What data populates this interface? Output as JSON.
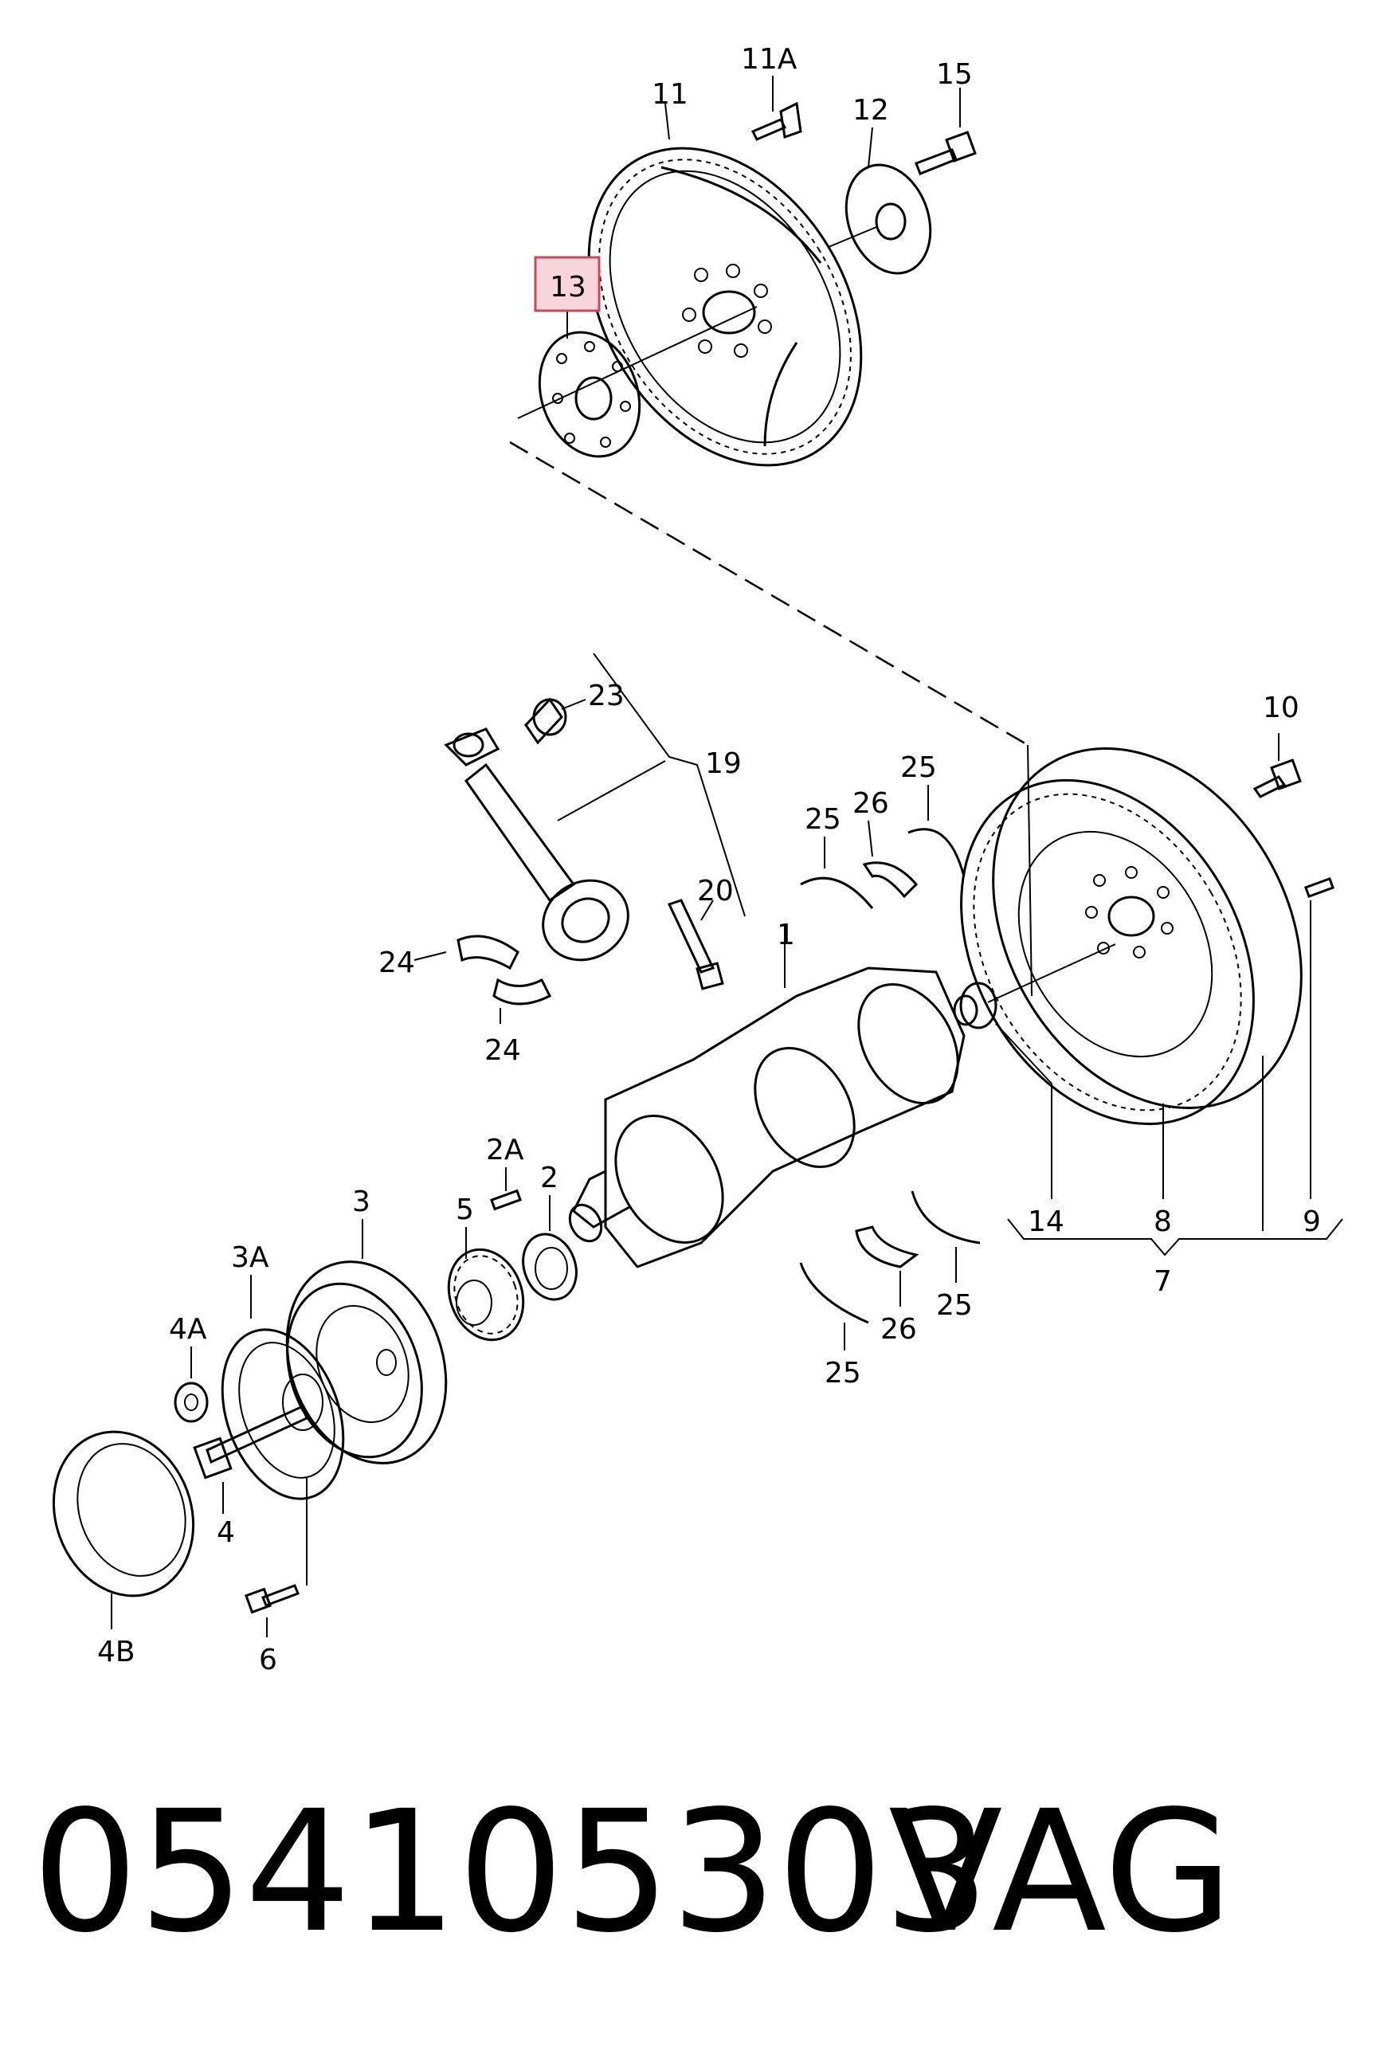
{
  "labels": {
    "l11A": "11A",
    "l11": "11",
    "l15": "15",
    "l12": "12",
    "l13": "13",
    "l10": "10",
    "l23": "23",
    "l19": "19",
    "l25a": "25",
    "l26a": "26",
    "l25b": "25",
    "l20": "20",
    "l1": "1",
    "l24a": "24",
    "l24b": "24",
    "l2A": "2A",
    "l2": "2",
    "l3": "3",
    "l5": "5",
    "l3A": "3A",
    "l4A": "4A",
    "l4": "4",
    "l4B": "4B",
    "l6": "6",
    "l14": "14",
    "l8": "8",
    "l9": "9",
    "l7": "7",
    "l25c": "25",
    "l26b": "26",
    "l25d": "25"
  },
  "highlight": {
    "label": "13",
    "color": "#f9d5dc",
    "border": "#c84a5a"
  },
  "footer": {
    "part_number": "054105303",
    "brand": "VAG"
  }
}
